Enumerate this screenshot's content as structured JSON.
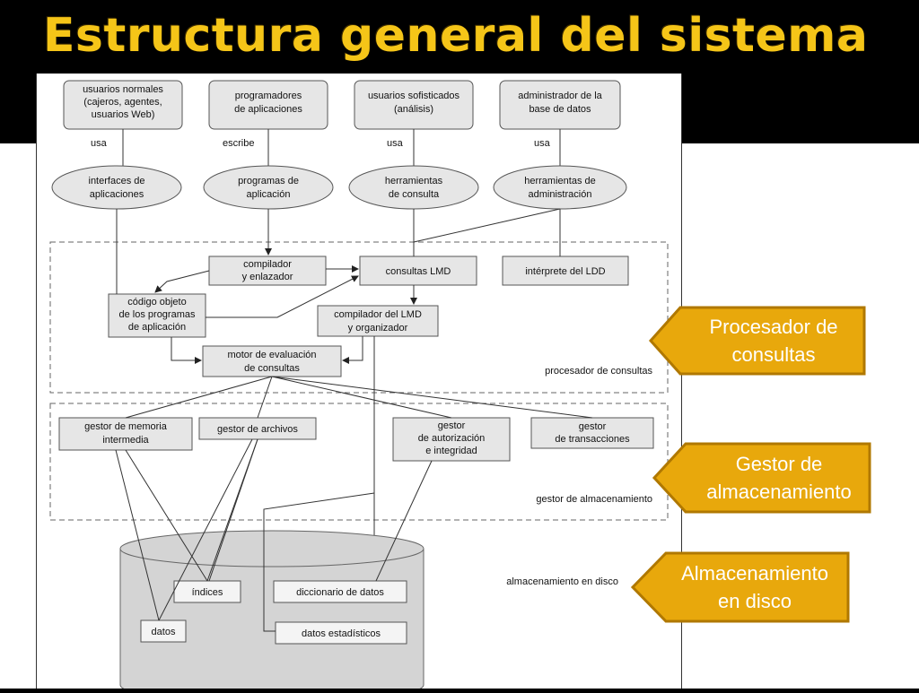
{
  "title": "Estructura general del sistema",
  "diagram": {
    "users": [
      {
        "label_lines": [
          "usuarios normales",
          "(cajeros, agentes,",
          "usuarios Web)"
        ],
        "edge": "usa"
      },
      {
        "label_lines": [
          "programadores",
          "de aplicaciones"
        ],
        "edge": "escribe"
      },
      {
        "label_lines": [
          "usuarios sofisticados",
          "(análisis)"
        ],
        "edge": "usa"
      },
      {
        "label_lines": [
          "administrador de la",
          "base de datos"
        ],
        "edge": "usa"
      }
    ],
    "tools": [
      [
        "interfaces de",
        "aplicaciones"
      ],
      [
        "programas de",
        "aplicación"
      ],
      [
        "herramientas",
        "de consulta"
      ],
      [
        "herramientas de",
        "administración"
      ]
    ],
    "query_processor": {
      "label": "procesador de consultas",
      "compiler": [
        "compilador",
        "y enlazador"
      ],
      "dml_queries": "consultas LMD",
      "ddl_interpreter": "intérprete del LDD",
      "object_code": [
        "código objeto",
        "de los programas",
        "de aplicación"
      ],
      "dml_compiler": [
        "compilador del LMD",
        "y organizador"
      ],
      "eval_engine": [
        "motor de evaluación",
        "de consultas"
      ]
    },
    "storage_manager": {
      "label": "gestor de almacenamiento",
      "buffer": [
        "gestor de memoria",
        "intermedia"
      ],
      "file": "gestor de archivos",
      "auth": [
        "gestor",
        "de autorización",
        "e integridad"
      ],
      "transaction": [
        "gestor",
        "de transacciones"
      ]
    },
    "disk_storage": {
      "label": "almacenamiento en disco",
      "indices": "índices",
      "dictionary": "diccionario de datos",
      "data": "datos",
      "stats": "datos estadísticos"
    }
  },
  "callouts": [
    {
      "lines": [
        "Procesador de",
        "consultas"
      ]
    },
    {
      "lines": [
        "Gestor de",
        "almacenamiento"
      ]
    },
    {
      "lines": [
        "Almacenamiento",
        "en disco"
      ]
    }
  ],
  "colors": {
    "title": "#f5c518",
    "callout_fill": "#e8a80c",
    "callout_border": "#b07800",
    "box_fill": "#e6e6e6"
  }
}
